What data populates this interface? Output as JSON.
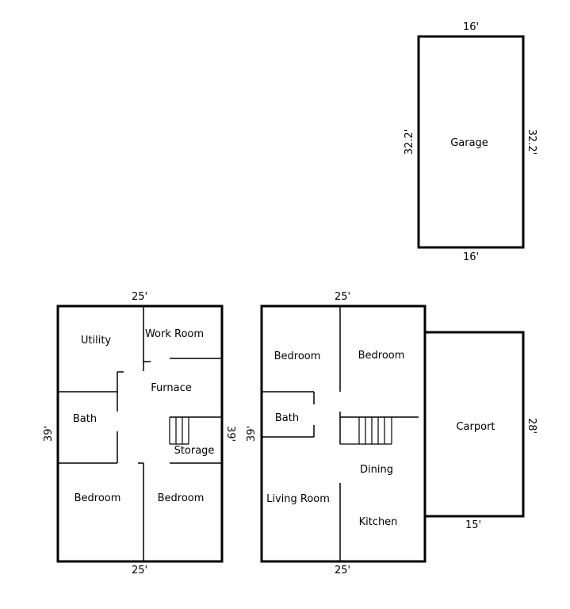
{
  "garage": {
    "room_label": "Garage",
    "dim_top": "16'",
    "dim_bottom": "16'",
    "dim_left": "32.2'",
    "dim_right": "32.2'"
  },
  "lower_level": {
    "dim_top": "25'",
    "dim_bottom": "25'",
    "dim_left": "39'",
    "dim_right": "39'",
    "rooms": {
      "utility": "Utility",
      "work_room": "Work Room",
      "furnace": "Furnace",
      "bath": "Bath",
      "storage": "Storage",
      "bedroom_left": "Bedroom",
      "bedroom_right": "Bedroom"
    }
  },
  "main_level": {
    "dim_top": "25'",
    "dim_bottom": "25'",
    "dim_left": "39'",
    "rooms": {
      "bedroom_left": "Bedroom",
      "bedroom_right": "Bedroom",
      "bath": "Bath",
      "dining": "Dining",
      "living_room": "Living Room",
      "kitchen": "Kitchen"
    }
  },
  "carport": {
    "room_label": "Carport",
    "dim_right": "28'",
    "dim_bottom": "15'"
  }
}
